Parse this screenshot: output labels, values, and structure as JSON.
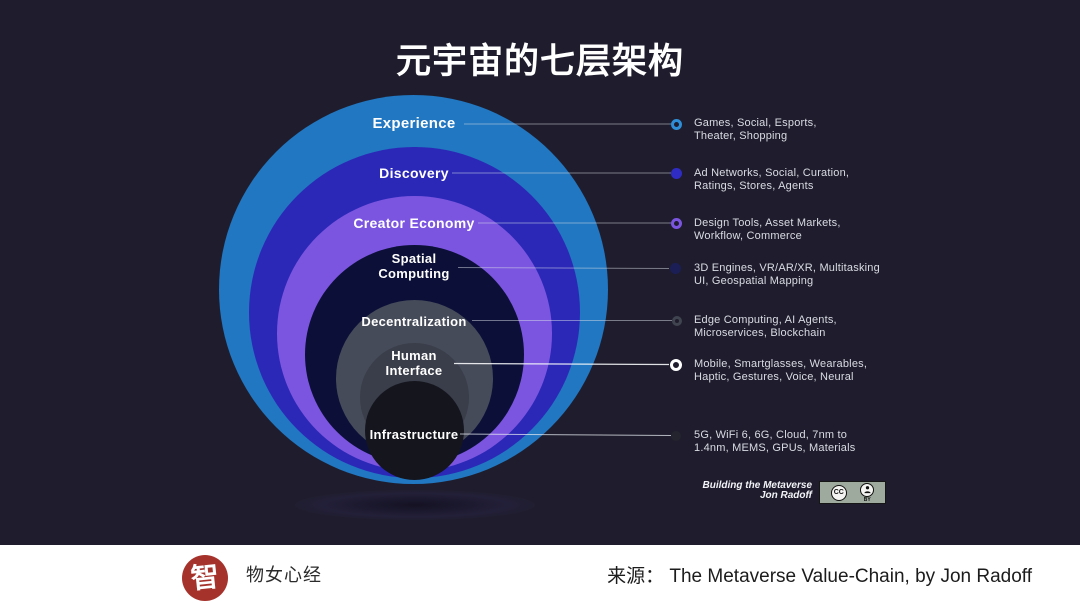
{
  "title": "元宇宙的七层架构",
  "background_color": "#1f1d2d",
  "layers": [
    {
      "name": "Experience",
      "items": "Games, Social, Esports,\nTheater, Shopping",
      "color": "#2177c1",
      "bullet_style": "ring",
      "bullet_color": "#2e8fd8"
    },
    {
      "name": "Discovery",
      "items": "Ad Networks, Social, Curation,\nRatings, Stores, Agents",
      "color": "#2b28b8",
      "bullet_style": "solid",
      "bullet_color": "#2f2cc4"
    },
    {
      "name": "Creator Economy",
      "items": "Design Tools, Asset Markets,\nWorkflow, Commerce",
      "color": "#7b55e0",
      "bullet_style": "ring",
      "bullet_color": "#7b55e0"
    },
    {
      "name": "Spatial\nComputing",
      "items": "3D Engines, VR/AR/XR, Multitasking\nUI, Geospatial Mapping",
      "color": "#0c1038",
      "bullet_style": "solid",
      "bullet_color": "#1a1e55"
    },
    {
      "name": "Decentralization",
      "items": "Edge Computing, AI Agents,\nMicroservices, Blockchain",
      "color": "#464b5a",
      "bullet_style": "ring",
      "bullet_color": "#3f4450"
    },
    {
      "name": "Human\nInterface",
      "items": "Mobile, Smartglasses, Wearables,\nHaptic, Gestures, Voice, Neural",
      "color": "#3a3e4a",
      "bullet_style": "ring",
      "bullet_color": "#ffffff"
    },
    {
      "name": "Infrastructure",
      "items": "5G, WiFi 6, 6G, Cloud, 7nm to\n1.4nm, MEMS, GPUs, Materials",
      "color": "#14151d",
      "bullet_style": "solid",
      "bullet_color": "#23242e"
    }
  ],
  "attribution": {
    "credit": "Building the Metaverse\nJon Radoff",
    "cc_label": "CC",
    "by_label": "BY"
  },
  "footer": {
    "seal_char": "智",
    "brand": "物女心经",
    "brand_color": "#a5332c",
    "source": "来源： The Metaverse Value-Chain, by Jon Radoff"
  }
}
